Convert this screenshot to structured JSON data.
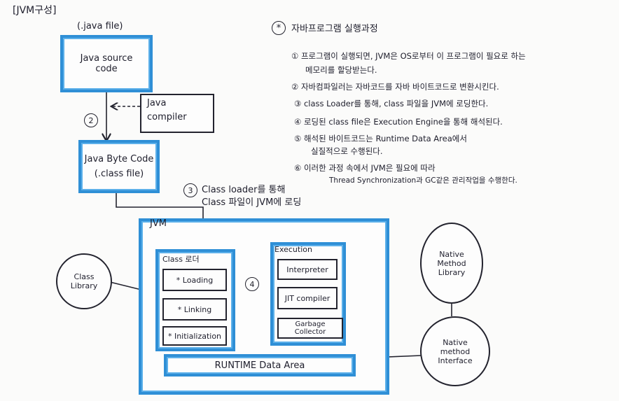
{
  "page_heading": "[JVM구성]",
  "left_flow": {
    "java_file_caption": "(.java file)",
    "source_box_line1": "Java source",
    "source_box_line2": "code",
    "compiler_line1": "Java",
    "compiler_line2": "compiler",
    "step2_badge": "2",
    "bytecode_line1": "Java Byte Code",
    "bytecode_line2": "(.class file)"
  },
  "step3": {
    "badge": "3",
    "line1": "Class loader를 통해",
    "line2": "Class 파일이 JVM에 로딩"
  },
  "jvm": {
    "label": "JVM",
    "class_loader": {
      "title": "Class 로더",
      "items": [
        "* Loading",
        "* Linking",
        "* Initialization"
      ]
    },
    "step4_badge": "4",
    "execution": {
      "title": "Execution",
      "items": [
        "Interpreter",
        "JIT compiler",
        "Garbage Collector"
      ]
    },
    "runtime": "RUNTIME Data Area"
  },
  "circles": {
    "class_library_line1": "Class",
    "class_library_line2": "Library",
    "native_lib_line1": "Native",
    "native_lib_line2": "Method",
    "native_lib_line3": "Library",
    "native_if_line1": "Native",
    "native_if_line2": "method",
    "native_if_line3": "Interface"
  },
  "notes": {
    "title_marker": "*",
    "title": "자바프로그램 실행과정",
    "n1": "① 프로그램이 실행되면, JVM은 OS로부터 이 프로그램이 필요로 하는",
    "n1b": "메모리를 할당받는다.",
    "n2": "② 자바컴파일러는 자바코드를 자바 바이트코드로 변환시킨다.",
    "n3": "③ class Loader를 통해, class 파일을 JVM에 로딩한다.",
    "n4": "④ 로딩된 class file은 Execution Engine을 통해 해석된다.",
    "n5": "⑤ 해석된 바이트코드는 Runtime Data Area에서",
    "n5b": "실질적으로 수행된다.",
    "n6": "⑥ 이러한 과정 속에서 JVM은 필요에 따라",
    "n6b": "Thread Synchronization과 GC같은 관리작업을 수행한다."
  }
}
